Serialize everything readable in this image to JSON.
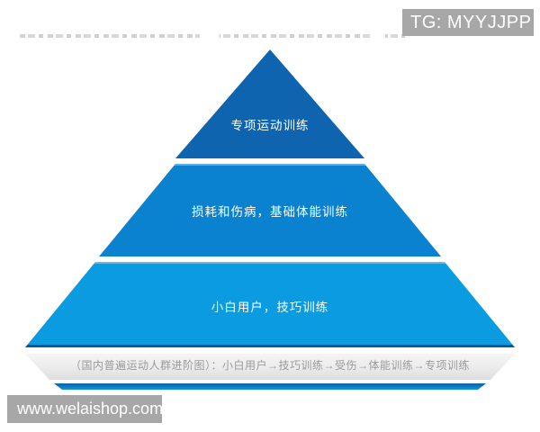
{
  "watermarks": {
    "tg_badge": "TG: MYYJJPP",
    "site_badge": "www.welaishop.com",
    "badge_bg": "#a7a7a7"
  },
  "diagram": {
    "type": "pyramid",
    "levels": [
      {
        "label": "专项运动训练",
        "color": "#0e64ae"
      },
      {
        "label": "损耗和伤病，基础体能训练",
        "color": "#0b82cf"
      },
      {
        "label": "小白用户，技巧训练",
        "color": "#0a9be0"
      }
    ],
    "base_caption": "（国内普遍运动人群进阶图）：小白用户→技巧训练→受伤→体能训练→专项训练"
  },
  "colors": {
    "background": "#ffffff",
    "platform_gray": "#ececec",
    "caption_text": "#9a9a9a",
    "accent_bar_top": "#0d61a4",
    "accent_bar_bottom": "#129bd9"
  }
}
